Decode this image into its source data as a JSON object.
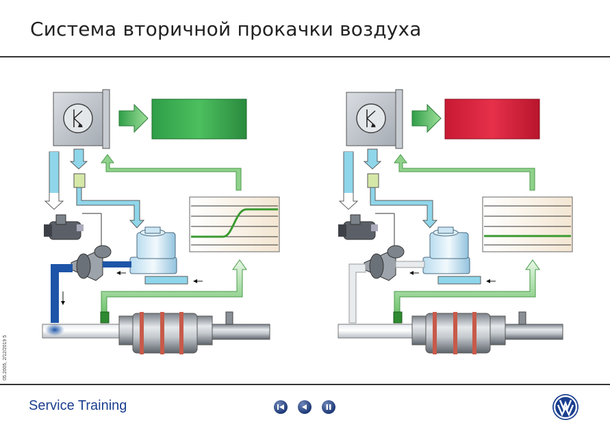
{
  "title": "Система вторичной прокачки воздуха",
  "side_text": "05.2005, 2/12/2019   5",
  "brand": "Service Training",
  "colors": {
    "left_display": "#2e9e45",
    "right_display": "#d8203a",
    "pipe_blue": "#1e55a8",
    "signal_green": "#8fd18b",
    "signal_cyan": "#88d4ea"
  },
  "icons": [
    "rewind-icon",
    "back-icon",
    "pause-icon",
    "vw-logo"
  ]
}
